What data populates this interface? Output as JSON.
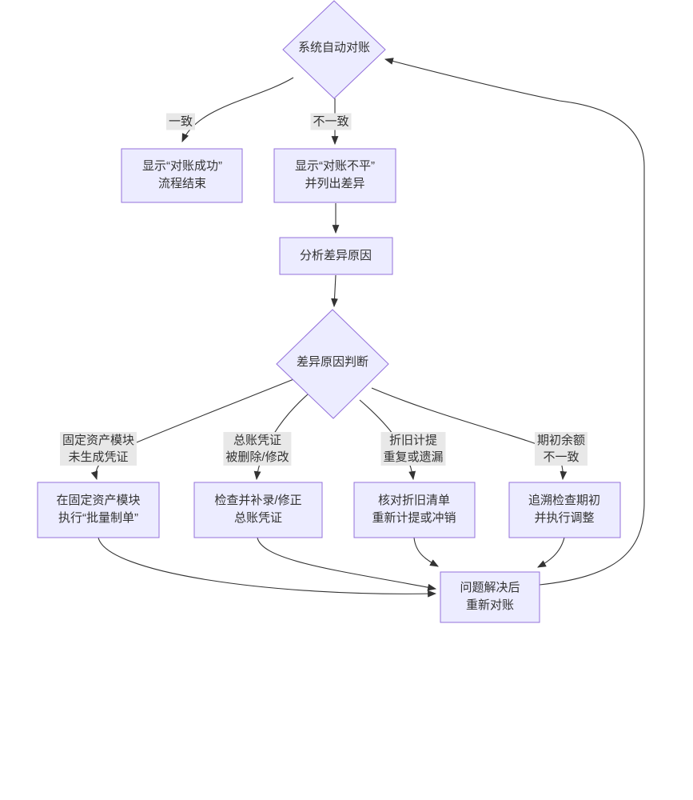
{
  "diagram": {
    "type": "flowchart",
    "direction": "top-down",
    "nodes": {
      "start_decision": {
        "shape": "diamond",
        "label": "系统自动对账"
      },
      "success": {
        "shape": "rect",
        "label": "显示“对账成功”\n流程结束"
      },
      "unbalanced": {
        "shape": "rect",
        "label": "显示“对账不平”\n并列出差异"
      },
      "analyze": {
        "shape": "rect",
        "label": "分析差异原因"
      },
      "reason_decision": {
        "shape": "diamond",
        "label": "差异原因判断"
      },
      "fix_fixed_asset": {
        "shape": "rect",
        "label": "在固定资产模块\n执行“批量制单”"
      },
      "fix_gl_voucher": {
        "shape": "rect",
        "label": "检查并补录/修正\n总账凭证"
      },
      "fix_depreciation": {
        "shape": "rect",
        "label": "核对折旧清单\n重新计提或冲销"
      },
      "fix_opening": {
        "shape": "rect",
        "label": "追溯检查期初\n并执行调整"
      },
      "retry": {
        "shape": "rect",
        "label": "问题解决后\n重新对账"
      }
    },
    "edge_labels": {
      "match": "一致",
      "mismatch": "不一致",
      "fixed_asset_no_voucher": "固定资产模块\n未生成凭证",
      "gl_voucher_deleted": "总账凭证\n被删除/修改",
      "depreciation_dup_missed": "折旧计提\n重复或遗漏",
      "opening_balance_diff": "期初余额\n不一致"
    },
    "edges": [
      {
        "from": "start_decision",
        "to": "success",
        "label": "一致"
      },
      {
        "from": "start_decision",
        "to": "unbalanced",
        "label": "不一致"
      },
      {
        "from": "unbalanced",
        "to": "analyze",
        "label": ""
      },
      {
        "from": "analyze",
        "to": "reason_decision",
        "label": ""
      },
      {
        "from": "reason_decision",
        "to": "fix_fixed_asset",
        "label": "固定资产模块未生成凭证"
      },
      {
        "from": "reason_decision",
        "to": "fix_gl_voucher",
        "label": "总账凭证被删除/修改"
      },
      {
        "from": "reason_decision",
        "to": "fix_depreciation",
        "label": "折旧计提重复或遗漏"
      },
      {
        "from": "reason_decision",
        "to": "fix_opening",
        "label": "期初余额不一致"
      },
      {
        "from": "fix_fixed_asset",
        "to": "retry",
        "label": ""
      },
      {
        "from": "fix_gl_voucher",
        "to": "retry",
        "label": ""
      },
      {
        "from": "fix_depreciation",
        "to": "retry",
        "label": ""
      },
      {
        "from": "fix_opening",
        "to": "retry",
        "label": ""
      },
      {
        "from": "retry",
        "to": "start_decision",
        "label": ""
      }
    ],
    "colors": {
      "node_fill": "#ECECFF",
      "node_border": "#9370DB",
      "edge_line": "#333333",
      "edge_label_bg": "#e8e8e8",
      "text": "#333333",
      "background": "#ffffff"
    }
  }
}
